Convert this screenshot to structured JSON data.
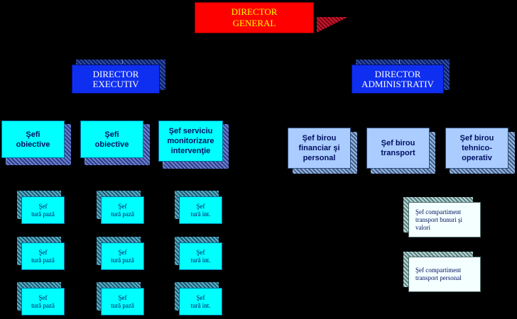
{
  "director_general": {
    "label": "DIRECTOR\nGENERAL"
  },
  "director_executiv": {
    "label": "DIRECTOR\nEXECUTIV"
  },
  "director_administrativ": {
    "label": "DIRECTOR\nADMINISTRATIV"
  },
  "executiv_children": [
    {
      "label": "Şefi\nobiective"
    },
    {
      "label": "Şefi\nobiective"
    },
    {
      "label": "Şef serviciu\nmonitorizare\nintervenţie"
    }
  ],
  "administrativ_children": [
    {
      "label": "Şef birou\nfinanciar şi\npersonal"
    },
    {
      "label": "Şef birou\ntransport"
    },
    {
      "label": "Şef birou\ntehnico-\noperativ"
    }
  ],
  "shift_col1": [
    "Şef\ntură pază",
    "Şef\ntură pază",
    "Şef\ntură pază"
  ],
  "shift_col2": [
    "Şef\ntură pază",
    "Şef\ntură pază",
    "Şef\ntură pază"
  ],
  "shift_col3": [
    "Şef\ntură int.",
    "Şef\ntură int.",
    "Şef\ntură int."
  ],
  "compartments": [
    {
      "label": "Şef compartiment\ntransport bunuri şi\nvalori"
    },
    {
      "label": "Şef compartiment\ntransport personal"
    }
  ],
  "colors": {
    "background": "#000000",
    "director_general_fill": "#ff0000",
    "director_general_text": "#ffff00",
    "director_fill": "#0f2ff0",
    "exec_child_fill": "#00ffff",
    "admin_child_fill": "#aaccff",
    "compartment_fill": "#f4ffff"
  }
}
